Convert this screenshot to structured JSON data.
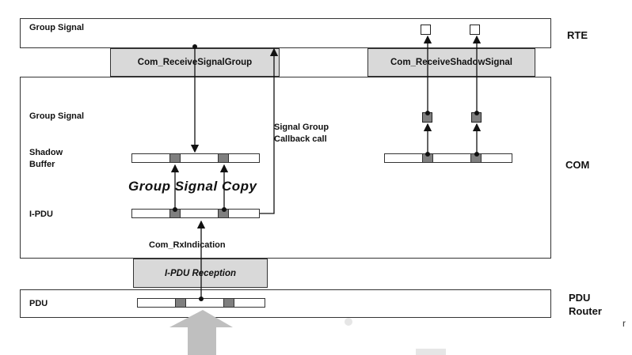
{
  "layers": {
    "rte": "RTE",
    "com": "COM",
    "pdu_router": "PDU\nRouter"
  },
  "rte_row": {
    "group_signal": "Group Signal"
  },
  "apis": {
    "receive_signal_group": "Com_ReceiveSignalGroup",
    "receive_shadow_signal": "Com_ReceiveShadowSignal"
  },
  "com": {
    "group_signal": "Group Signal",
    "shadow_buffer": "Shadow\nBuffer",
    "ipdu": "I-PDU",
    "callback": "Signal Group\nCallback call",
    "group_signal_copy": "Group Signal Copy",
    "rx_indication": "Com_RxIndication"
  },
  "ipdu_reception": "I-PDU Reception",
  "pdu_row": {
    "pdu": "PDU"
  },
  "watermark_edge": "r",
  "colors": {
    "box_fill_gray": "#d9d9d9",
    "segment_gray": "#7f7f7f",
    "arrow_gray": "#bfbfbf"
  }
}
